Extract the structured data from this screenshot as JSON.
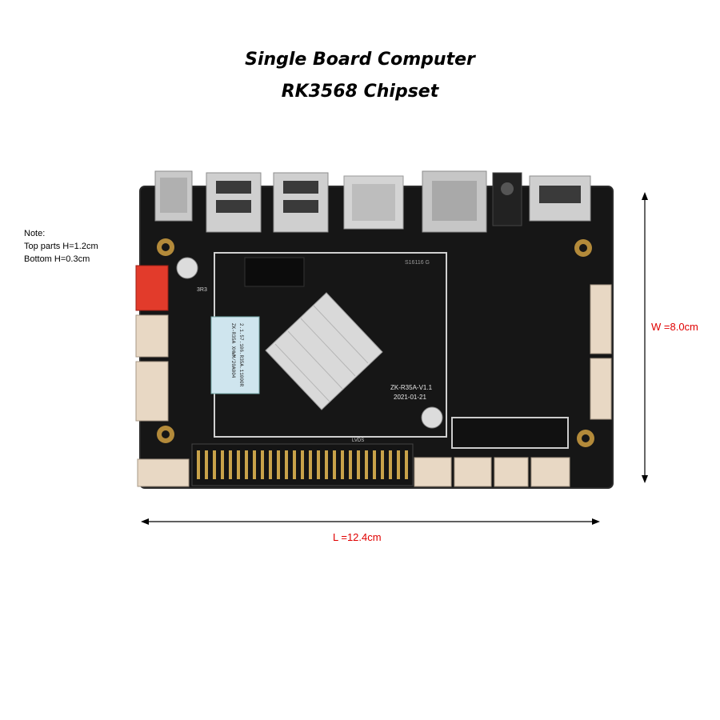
{
  "title_line1": "Single Board Computer",
  "title_line2": "RK3568 Chipset",
  "note": {
    "heading": "Note:",
    "top_parts": "Top parts H=1.2cm",
    "bottom": "Bottom H=0.3cm"
  },
  "dimensions": {
    "width": "W =8.0cm",
    "length": "L =12.4cm"
  },
  "board_markings": {
    "model": "ZK-R35A-V1.1",
    "date": "2021-01-21",
    "sticker_line1": "2.1.57.106.R35A.11000R",
    "sticker_line2": "ZK-R35A XHWM/20A004",
    "chip_mark": "S16116 G",
    "cap_label": "3R3",
    "lvds_label": "LVDS"
  },
  "colors": {
    "pcb": "#161616",
    "dimension_text": "#e00000",
    "connector_red": "#e23b2b",
    "connector_beige": "#e8d8c4",
    "heatsink": "#d9d9d9"
  }
}
